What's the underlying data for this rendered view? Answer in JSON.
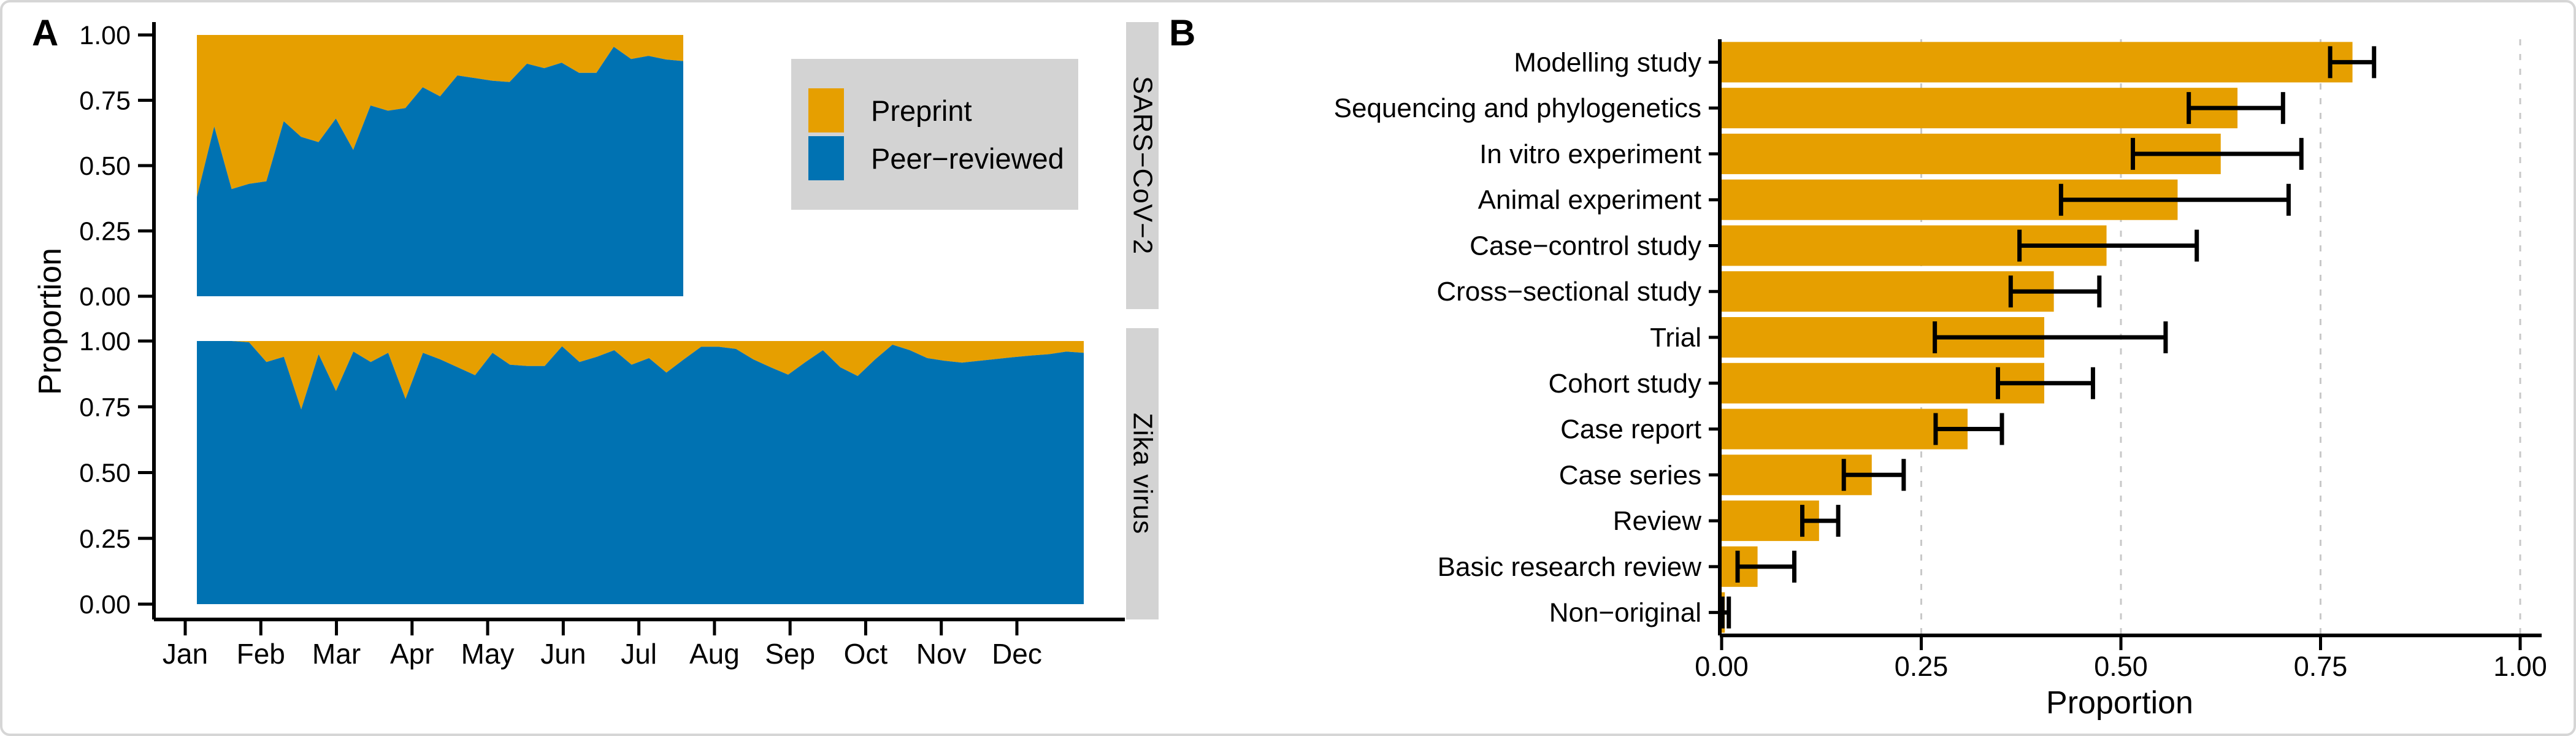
{
  "figure": {
    "panel_a_label": "A",
    "panel_b_label": "B"
  },
  "legend": {
    "items": [
      {
        "label": "Preprint",
        "color": "#E69F00"
      },
      {
        "label": "Peer−reviewed",
        "color": "#0072B2"
      }
    ],
    "background": "#d3d3d3"
  },
  "colors": {
    "preprint_orange": "#E69F00",
    "peer_reviewed_blue": "#0072B2",
    "strip_background": "#d3d3d3",
    "gridline_gray": "#c8c8c8",
    "axis_black": "#000000"
  },
  "chart_data": [
    {
      "id": "sars_cov_2_area",
      "type": "area",
      "facet_label": "SARS−CoV−2",
      "stacking": [
        "Peer−reviewed (bottom, blue)",
        "Preprint (top, orange)"
      ],
      "y_axis": {
        "label": "Proportion",
        "tick_labels": [
          "1.00",
          "0.75",
          "0.50",
          "0.25",
          "0.00"
        ],
        "range": [
          0,
          1
        ]
      },
      "x_axis": {
        "month_labels": [
          "Jan",
          "Feb",
          "Mar",
          "Apr",
          "May",
          "Jun",
          "Jul",
          "Aug",
          "Sep",
          "Oct",
          "Nov",
          "Dec"
        ]
      },
      "time_step": "weekly, Jan through mid-Jul",
      "peer_reviewed_proportion": [
        0.38,
        0.65,
        0.41,
        0.43,
        0.44,
        0.67,
        0.61,
        0.59,
        0.68,
        0.56,
        0.73,
        0.71,
        0.72,
        0.8,
        0.765,
        0.845,
        0.835,
        0.825,
        0.82,
        0.89,
        0.873,
        0.894,
        0.855,
        0.855,
        0.955,
        0.908,
        0.92,
        0.906,
        0.9
      ]
    },
    {
      "id": "zika_virus_area",
      "type": "area",
      "facet_label": "Zika virus",
      "stacking": [
        "Peer−reviewed (bottom, blue)",
        "Preprint (top, orange)"
      ],
      "y_axis": {
        "label": "Proportion",
        "tick_labels": [
          "1.00",
          "0.75",
          "0.50",
          "0.25",
          "0.00"
        ],
        "range": [
          0,
          1
        ]
      },
      "x_axis": {
        "month_labels": [
          "Jan",
          "Feb",
          "Mar",
          "Apr",
          "May",
          "Jun",
          "Jul",
          "Aug",
          "Sep",
          "Oct",
          "Nov",
          "Dec"
        ]
      },
      "time_step": "weekly, Jan through Dec",
      "peer_reviewed_proportion": [
        1.0,
        1.0,
        1.0,
        0.995,
        0.92,
        0.94,
        0.74,
        0.95,
        0.81,
        0.96,
        0.92,
        0.955,
        0.78,
        0.955,
        0.93,
        0.9,
        0.87,
        0.955,
        0.91,
        0.905,
        0.905,
        0.98,
        0.92,
        0.94,
        0.965,
        0.91,
        0.935,
        0.88,
        0.93,
        0.978,
        0.978,
        0.97,
        0.93,
        0.9,
        0.872,
        0.92,
        0.965,
        0.9,
        0.867,
        0.93,
        0.986,
        0.965,
        0.935,
        0.925,
        0.918,
        0.925,
        0.932,
        0.939,
        0.945,
        0.95,
        0.96,
        0.955
      ]
    },
    {
      "id": "study_design_bars",
      "type": "bar",
      "orientation": "horizontal",
      "xlabel": "Proportion",
      "xlim": [
        0,
        1
      ],
      "x_tick_labels": [
        "0.00",
        "0.25",
        "0.50",
        "0.75",
        "1.00"
      ],
      "bar_color": "#E69F00",
      "grid": "dashed vertical at ticks",
      "categories": [
        "Modelling study",
        "Sequencing and phylogenetics",
        "In vitro experiment",
        "Animal experiment",
        "Case−control study",
        "Cross−sectional study",
        "Trial",
        "Cohort study",
        "Case report",
        "Case series",
        "Review",
        "Basic research review",
        "Non−original"
      ],
      "values": [
        0.79,
        0.646,
        0.625,
        0.571,
        0.482,
        0.416,
        0.404,
        0.404,
        0.308,
        0.188,
        0.122,
        0.045,
        0.004
      ],
      "ci_low": [
        0.762,
        0.585,
        0.515,
        0.425,
        0.373,
        0.362,
        0.267,
        0.346,
        0.268,
        0.153,
        0.101,
        0.02,
        0.001
      ],
      "ci_high": [
        0.817,
        0.703,
        0.726,
        0.71,
        0.595,
        0.473,
        0.556,
        0.465,
        0.351,
        0.228,
        0.146,
        0.091,
        0.009
      ]
    }
  ]
}
